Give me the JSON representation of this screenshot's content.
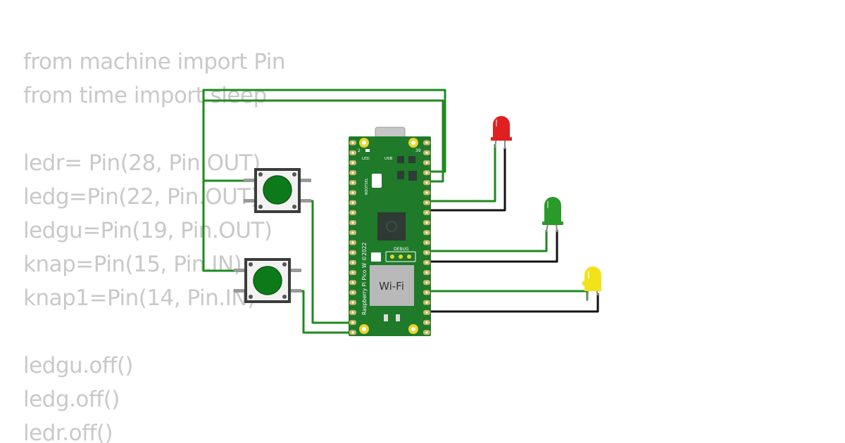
{
  "code": {
    "lines": [
      "from machine import Pin",
      "from time import sleep",
      "",
      "ledr= Pin(28, Pin.OUT)",
      "ledg=Pin(22, Pin.OUT)",
      "ledgu=Pin(19, Pin.OUT)",
      "knap=Pin(15, Pin.IN)",
      "knap1=Pin(14, Pin.IN)",
      "",
      "ledgu.off()",
      "ledg.off()",
      "ledr.off()"
    ]
  },
  "board": {
    "name_label": "Raspberry Pi Pico W ©2022",
    "wifi_label": "Wi-Fi",
    "debug_label": "DEBUG",
    "led_label": "LED",
    "usb_label": "USB",
    "bootsel_label": "BOOTSEL",
    "pin_2_label": "2",
    "pin_39_label": "39",
    "colors": {
      "pcb": "#1f7a2a",
      "pad": "#c8b864"
    }
  },
  "leds": [
    {
      "id": "led-red",
      "color": "#e02020"
    },
    {
      "id": "led-green",
      "color": "#2a9a2a"
    },
    {
      "id": "led-yellow",
      "color": "#f2e21a"
    }
  ],
  "buttons": [
    {
      "id": "pushbutton-1",
      "cap_color": "#0c7a18"
    },
    {
      "id": "pushbutton-2",
      "cap_color": "#0c7a18"
    }
  ],
  "wires": {
    "signal_color": "#1e8a1e",
    "ground_color": "#111111"
  }
}
